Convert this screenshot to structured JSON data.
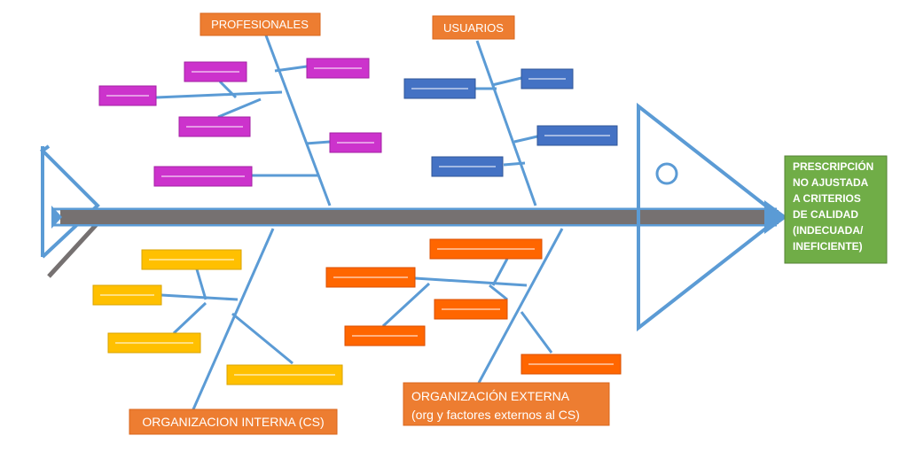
{
  "effect": {
    "lines": [
      "PRESCRIPCIÓN",
      "NO AJUSTADA",
      "A CRITERIOS",
      "DE CALIDAD",
      "(INDECUADA/",
      "INEFICIENTE)"
    ]
  },
  "categories": {
    "profesionales": "PROFESIONALES",
    "usuarios": "USUARIOS",
    "organizacion_interna": "ORGANIZACION INTERNA (CS)",
    "organizacion_externa_line1": "ORGANIZACIÓN EXTERNA",
    "organizacion_externa_line2": "(org y factores externos al CS)"
  },
  "colors": {
    "bone": "#5b9bd5",
    "spine": "#767171",
    "profesionales_box": "#cc33cc",
    "usuarios_box": "#4472c4",
    "interna_box": "#ffc000",
    "externa_box": "#ff6600",
    "category_box": "#ed7d31",
    "effect_box": "#70ad47",
    "placeholder_line": "#ffffff"
  }
}
